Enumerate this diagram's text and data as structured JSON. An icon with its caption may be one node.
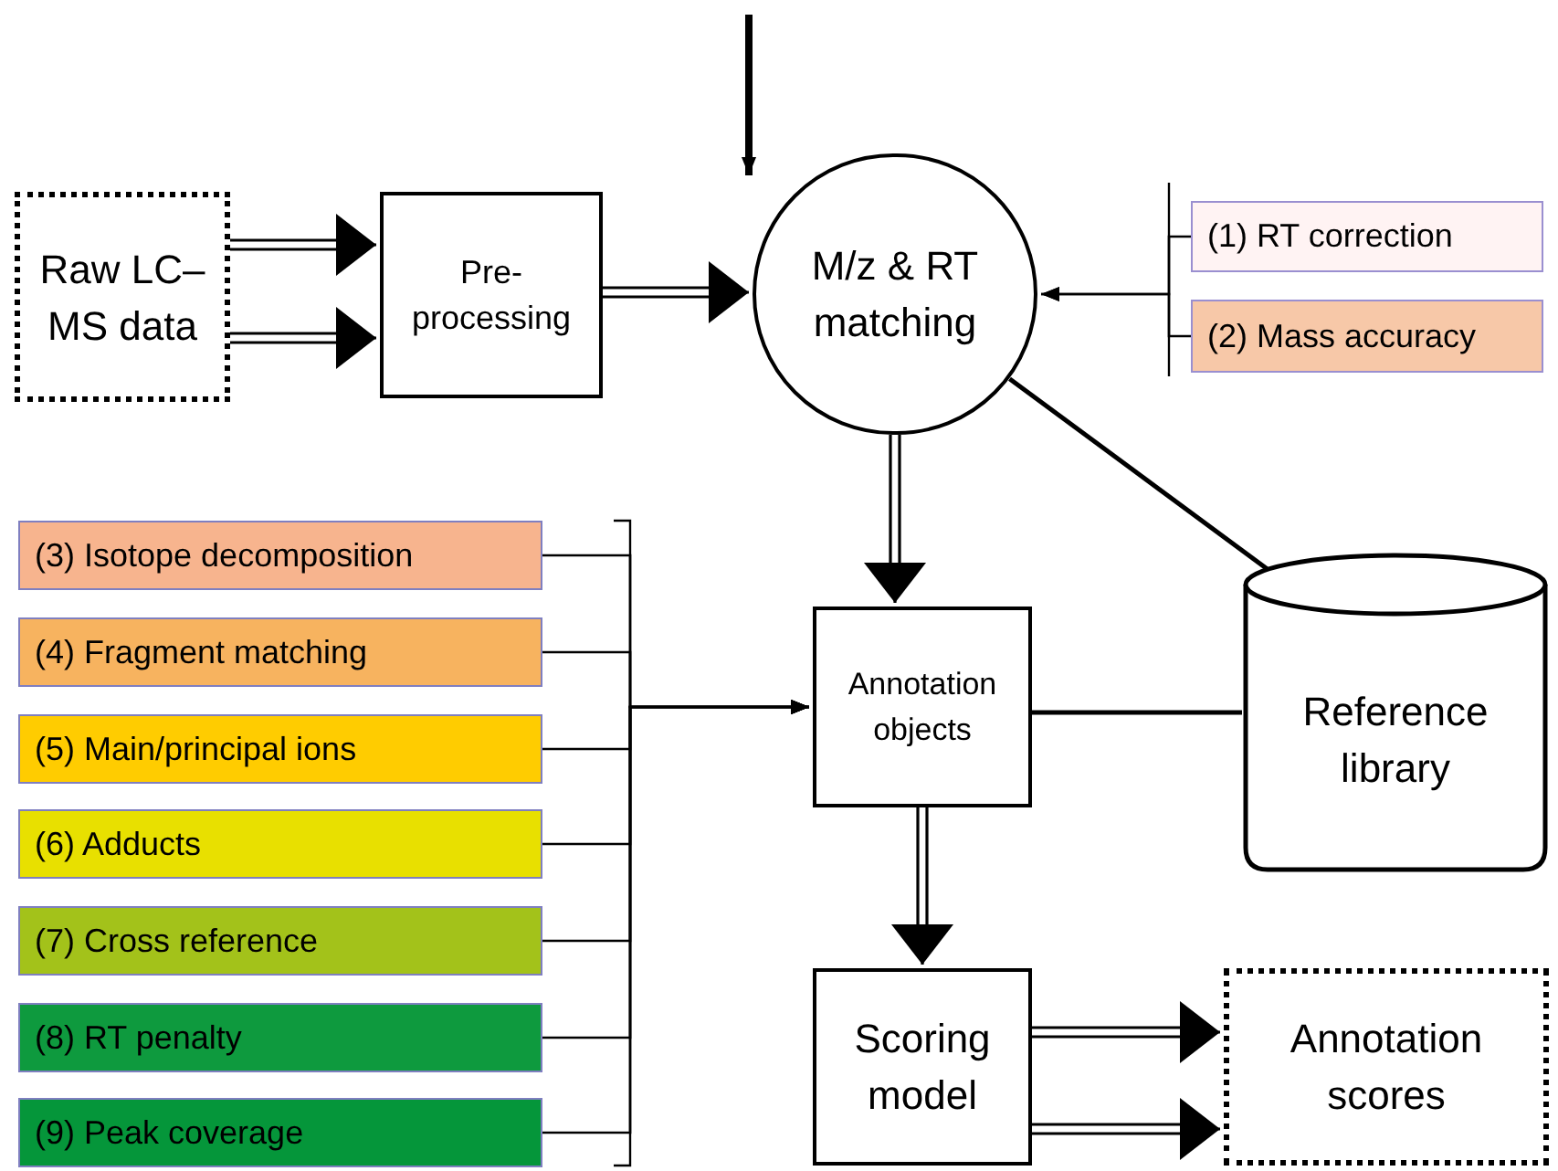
{
  "diagram": {
    "nodes": [
      {
        "text": [
          "Raw LC–MS data"
        ]
      },
      {
        "text": [
          "Pre-processing"
        ]
      },
      {
        "text": [
          "M/z & RT matching"
        ]
      },
      {
        "text": [
          "(1) RT correction"
        ]
      },
      {
        "text": [
          "(2) Mass accuracy"
        ]
      },
      {
        "text": [
          "(3) Isotope decomposition"
        ]
      },
      {
        "text": [
          "(4) Fragment matching"
        ]
      },
      {
        "text": [
          "(5) Main/principal ions"
        ]
      },
      {
        "text": [
          "(6) Adducts"
        ]
      },
      {
        "text": [
          "(7) Cross reference"
        ]
      },
      {
        "text": [
          "(8) RT penalty"
        ]
      },
      {
        "text": [
          "(9) Peak coverage"
        ]
      },
      {
        "text": [
          "Annotation objects"
        ]
      },
      {
        "text": [
          "Reference library"
        ]
      },
      {
        "text": [
          "Scoring model"
        ]
      },
      {
        "text": [
          "Annotation scores"
        ]
      }
    ],
    "edges": [
      {
        "from": null,
        "to": 2,
        "arrow": "to",
        "style": "thick"
      },
      {
        "from": 0,
        "to": 1,
        "arrow": "to"
      },
      {
        "from": 0,
        "to": 1,
        "arrow": "to"
      },
      {
        "from": 1,
        "to": 2,
        "arrow": "to"
      },
      {
        "from": 3,
        "to": 2,
        "arrow": "to"
      },
      {
        "from": 4,
        "to": 2,
        "arrow": "to"
      },
      {
        "from": 2,
        "to": 12,
        "arrow": "to"
      },
      {
        "from": 2,
        "to": 13,
        "arrow": "none"
      },
      {
        "from": 5,
        "to": 12,
        "arrow": "to"
      },
      {
        "from": 6,
        "to": 12,
        "arrow": "to"
      },
      {
        "from": 7,
        "to": 12,
        "arrow": "to"
      },
      {
        "from": 8,
        "to": 12,
        "arrow": "to"
      },
      {
        "from": 9,
        "to": 12,
        "arrow": "to"
      },
      {
        "from": 10,
        "to": 12,
        "arrow": "to"
      },
      {
        "from": 11,
        "to": 12,
        "arrow": "to"
      },
      {
        "from": 12,
        "to": 13,
        "arrow": "none"
      },
      {
        "from": 12,
        "to": 14,
        "arrow": "to"
      },
      {
        "from": 14,
        "to": 15,
        "arrow": "to"
      },
      {
        "from": 14,
        "to": 15,
        "arrow": "to"
      }
    ]
  }
}
